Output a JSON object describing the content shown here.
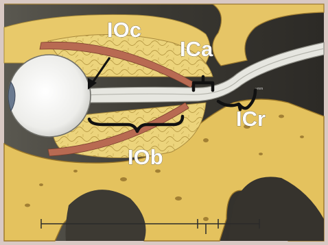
{
  "figure": {
    "type": "anatomical illustration",
    "labels": {
      "orbital": "IOc",
      "canalicular": "ICa",
      "cranial": "ICr",
      "orbital_bracket": "IOb"
    },
    "colors": {
      "bone": "#e8c86a",
      "bone_shadow": "#b08a3a",
      "soft_tissue": "#3c3a34",
      "muscle": "#b86a52",
      "fat": "#ead27a",
      "nerve": "#e6e6e0",
      "eye": "#f2f2f0",
      "cornea": "#6a7a90",
      "frame": "#d9c9c4"
    }
  }
}
